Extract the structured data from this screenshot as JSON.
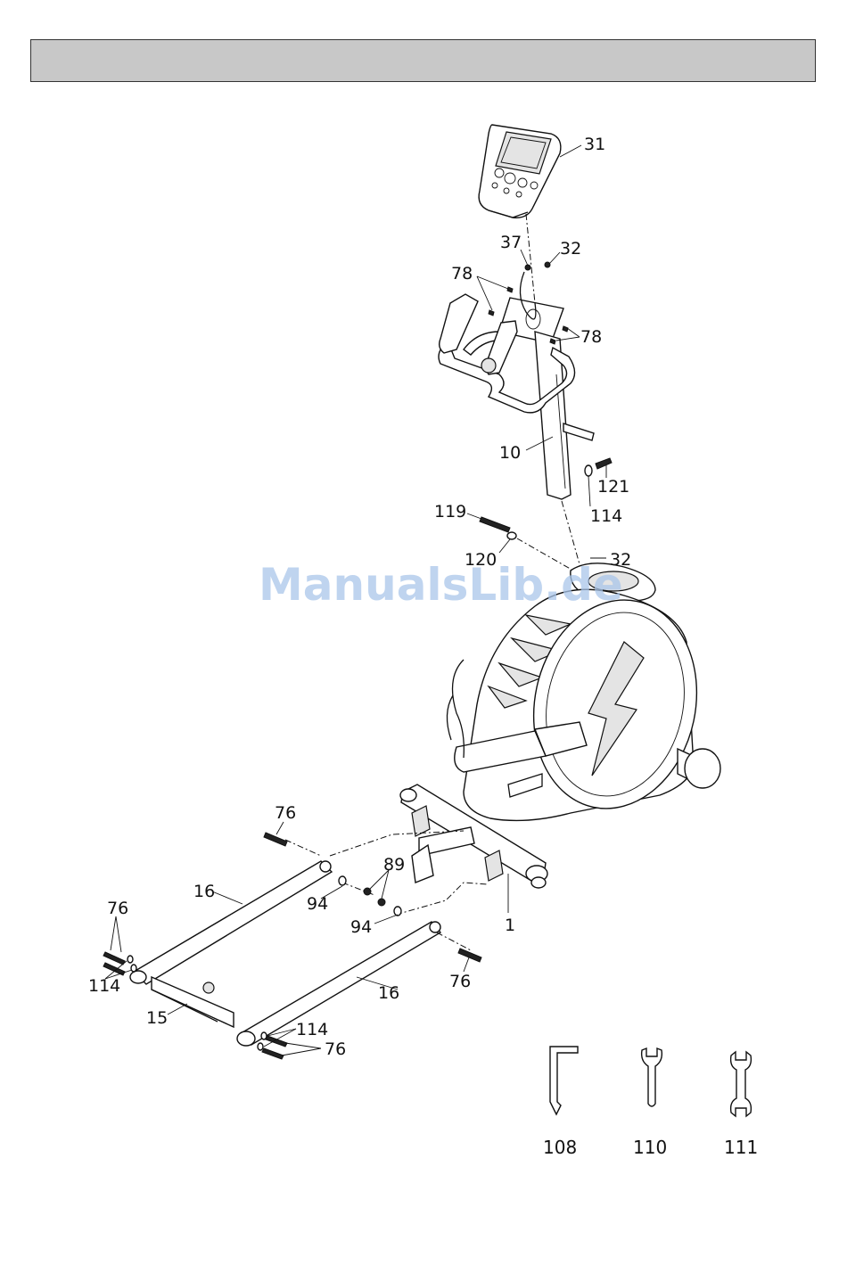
{
  "header": {
    "title": ""
  },
  "watermark": "ManualsLib.de",
  "callouts": {
    "c31": "31",
    "c37": "37",
    "c32a": "32",
    "c78a": "78",
    "c78b": "78",
    "c10": "10",
    "c121": "121",
    "c114a": "114",
    "c119": "119",
    "c120": "120",
    "c32b": "32",
    "c76a": "76",
    "c89": "89",
    "c16a": "16",
    "c94a": "94",
    "c94b": "94",
    "c1": "1",
    "c76b": "76",
    "c114b": "114",
    "c76c": "76",
    "c16b": "16",
    "c15": "15",
    "c114c": "114",
    "c76d": "76"
  },
  "tools": [
    {
      "label": "108",
      "icon": "allen-key-icon"
    },
    {
      "label": "110",
      "icon": "open-wrench-icon"
    },
    {
      "label": "111",
      "icon": "double-wrench-icon"
    }
  ]
}
